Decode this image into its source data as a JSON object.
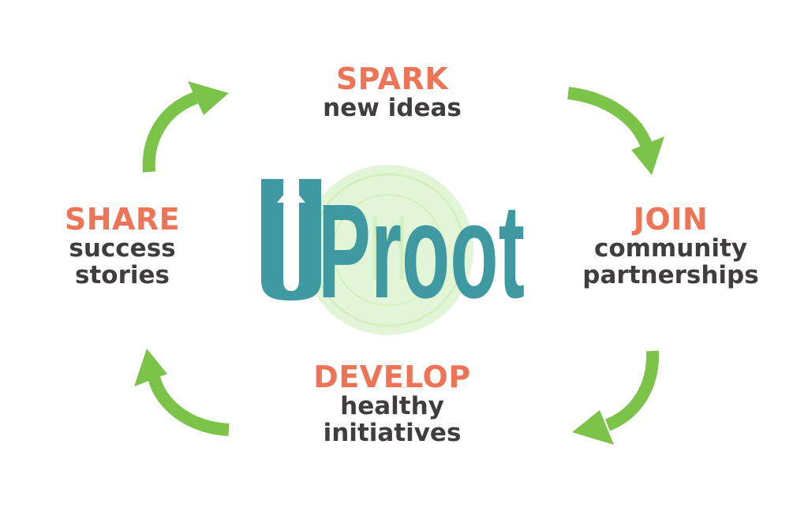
{
  "colors": {
    "heading": "#ee7457",
    "subtext": "#3f3d3e",
    "arrow": "#7cc34a",
    "logo": "#3e9aa0",
    "emblem": "#e3f5d7"
  },
  "logo": {
    "text_u": "U",
    "text_rest": "Proot"
  },
  "steps": [
    {
      "heading": "SPARK",
      "lines": [
        "new ideas"
      ]
    },
    {
      "heading": "JOIN",
      "lines": [
        "community",
        "partnerships"
      ]
    },
    {
      "heading": "DEVELOP",
      "lines": [
        "healthy",
        "initiatives"
      ]
    },
    {
      "heading": "SHARE",
      "lines": [
        "success",
        "stories"
      ]
    }
  ],
  "icons": [
    "arrow-curved-icon",
    "up-arrow-icon",
    "emblem-watermark"
  ]
}
